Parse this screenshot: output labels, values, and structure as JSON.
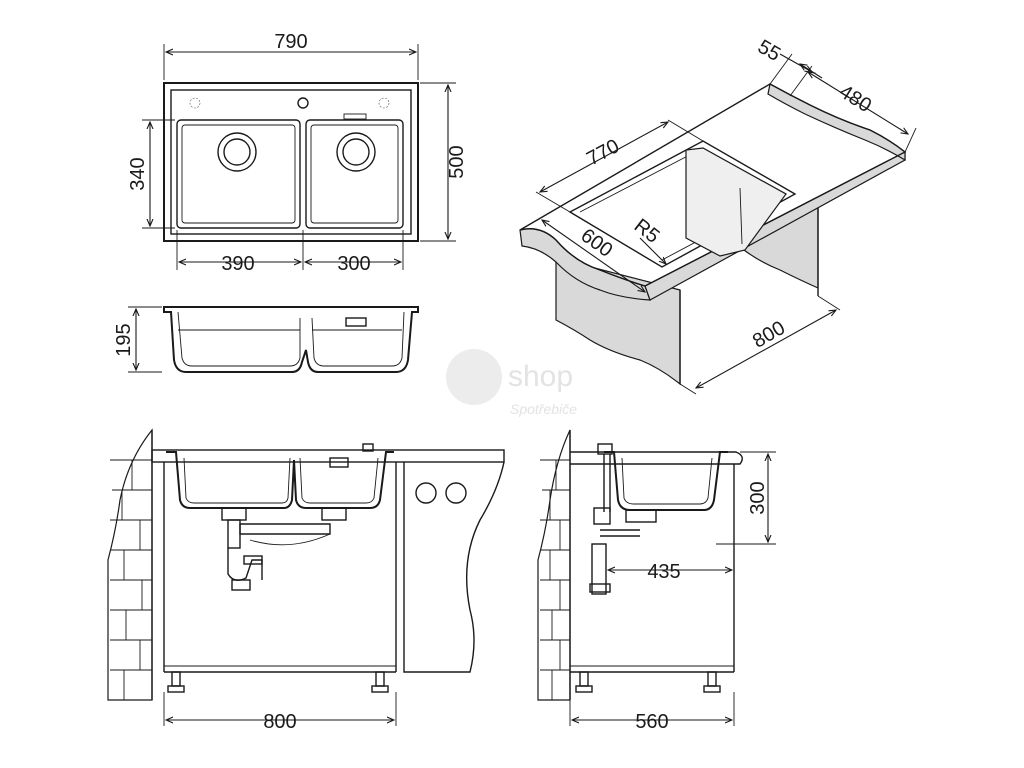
{
  "dimensions": {
    "top_width": "790",
    "top_depth": "500",
    "bowl_depth_inner": "340",
    "left_bowl_width": "390",
    "right_bowl_width": "300",
    "sink_height": "195",
    "worktop_overhang": "55",
    "cabinet_depth": "480",
    "cutout_width": "770",
    "corner_radius": "R5",
    "cutout_depth": "600",
    "cabinet_width_iso": "800",
    "front_cabinet_width": "800",
    "side_cabinet_depth": "560",
    "side_height": "300",
    "side_offset": "435"
  },
  "watermark": {
    "brand": "shop",
    "tagline": "Spotřebiče"
  },
  "colors": {
    "line": "#1a1a1a",
    "fill_gray": "#d9d9d9",
    "background": "#ffffff"
  }
}
